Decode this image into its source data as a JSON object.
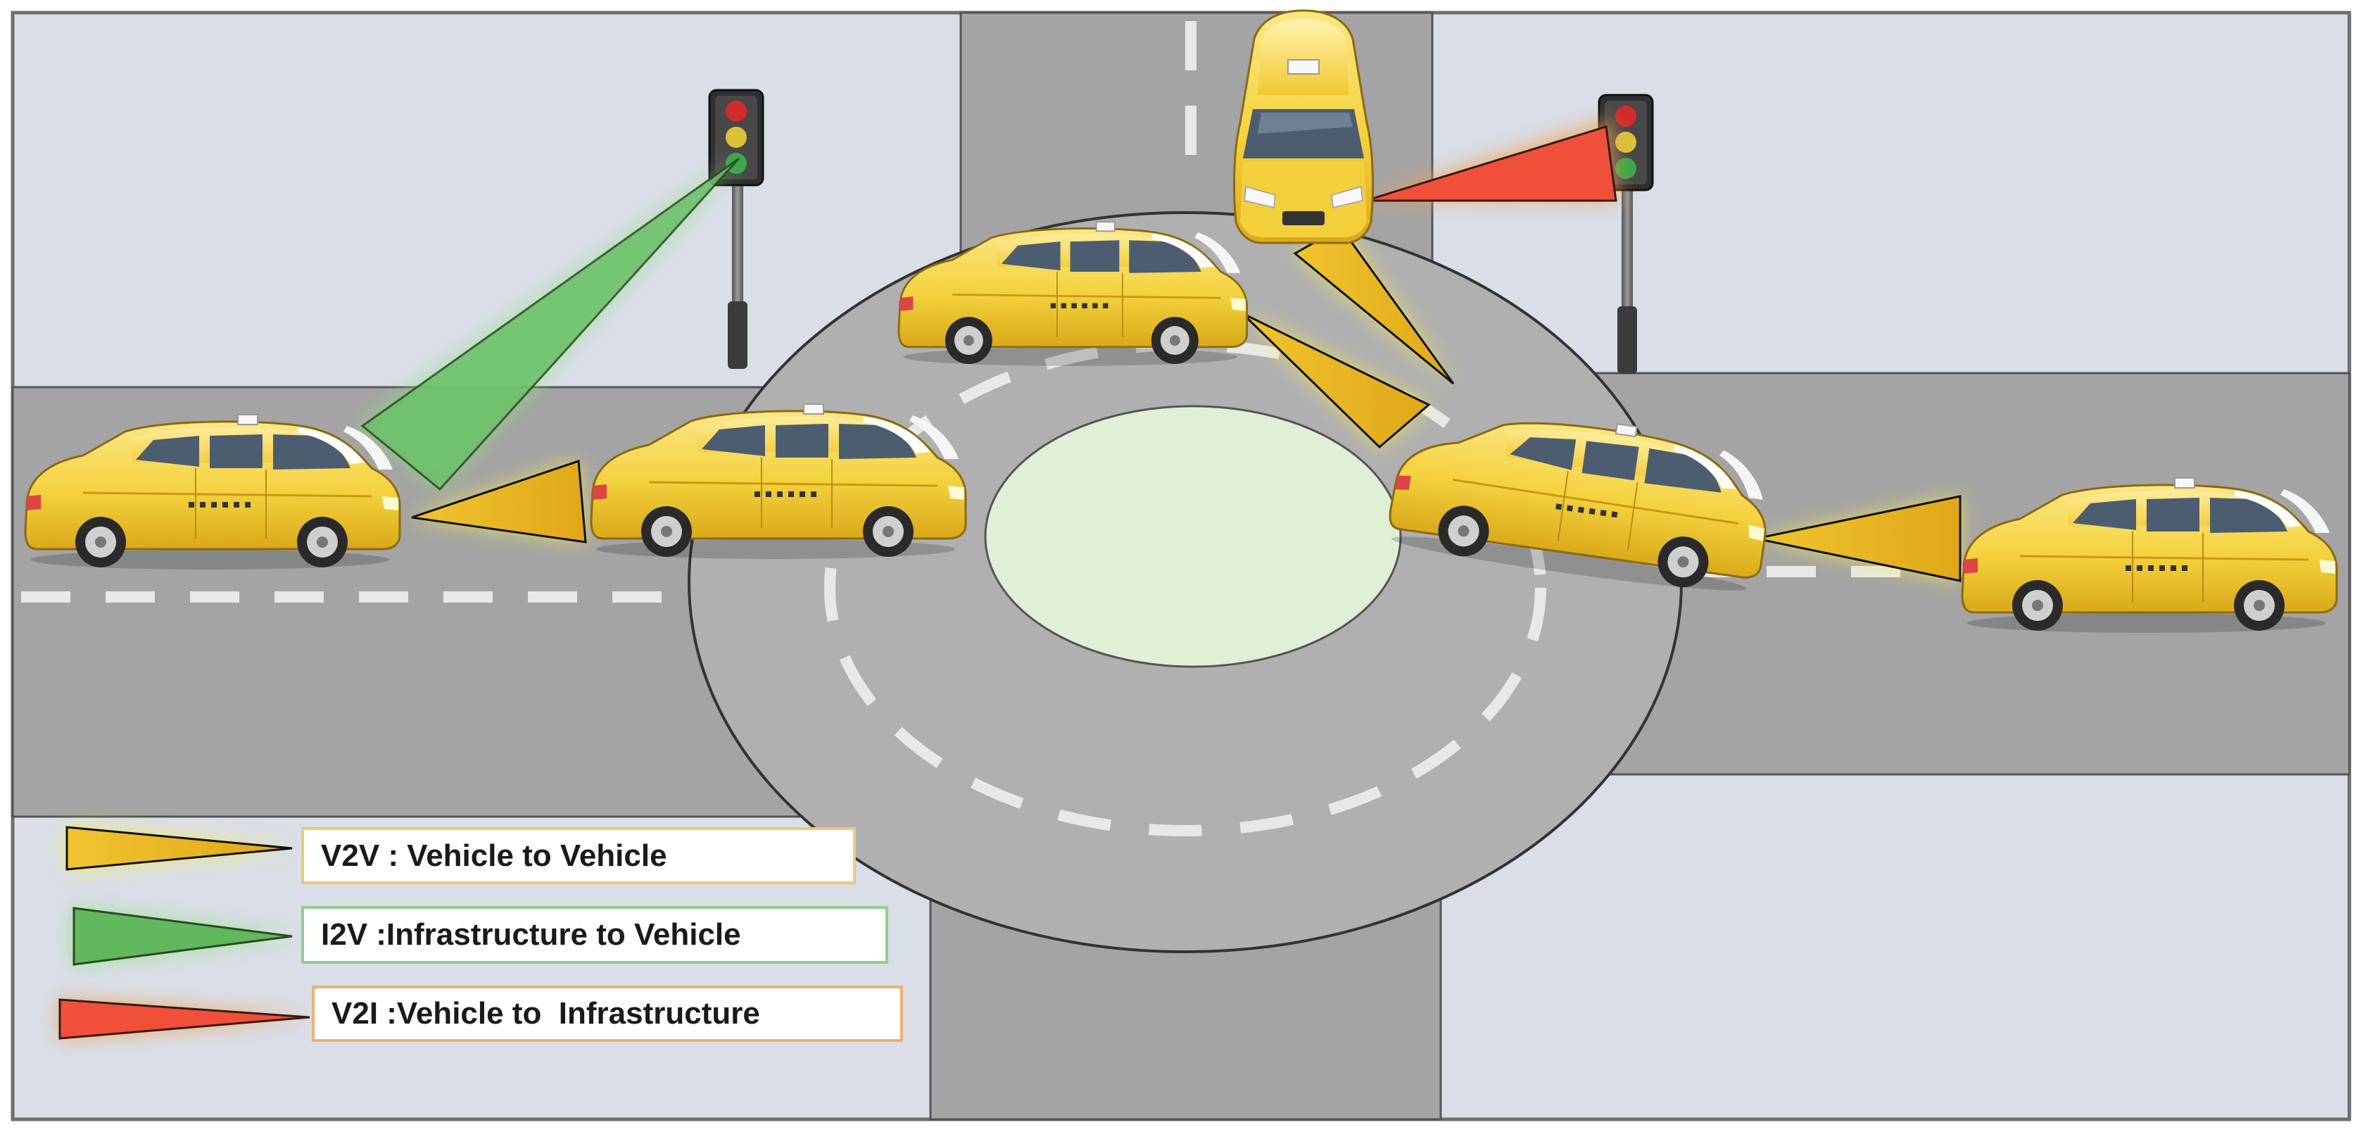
{
  "legend": {
    "v2v": {
      "label": "V2V : Vehicle to Vehicle",
      "glyph": "amber-triangle",
      "color": "#f2c230",
      "border": "#f0c872"
    },
    "i2v": {
      "label": "I2V :Infrastructure to Vehicle",
      "glyph": "green-triangle",
      "color": "#62b85c",
      "border": "#8fd08a"
    },
    "v2i": {
      "label": "V2I :Vehicle to  Infrastructure",
      "glyph": "red-triangle",
      "color": "#f0503a",
      "border": "#f0b070"
    }
  },
  "traffic_light": {
    "lamps": [
      "red",
      "yellow",
      "green"
    ]
  },
  "colors": {
    "sidewalk": "#d9dee7",
    "road": "#a4a4a4",
    "roundabout": "#b0b0b0",
    "island": "#e0f0d6",
    "lane_marking": "#e8e8e8",
    "taxi": "#f4d23e",
    "border": "#555555"
  }
}
